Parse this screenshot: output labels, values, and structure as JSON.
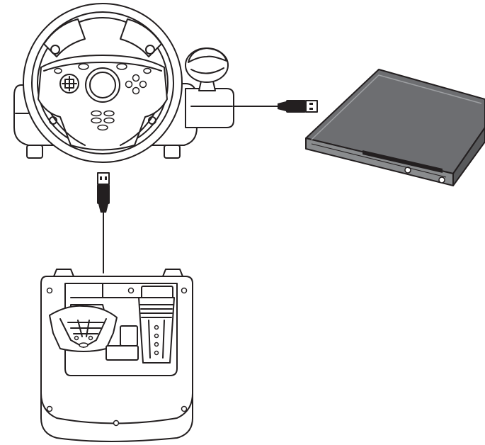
{
  "diagram": {
    "components": [
      {
        "id": "steering-wheel",
        "icon": "steering-wheel-icon"
      },
      {
        "id": "gear-shifter",
        "icon": "gear-shifter-icon"
      },
      {
        "id": "pedal-unit",
        "icon": "pedal-unit-icon"
      },
      {
        "id": "game-console",
        "icon": "game-console-icon"
      }
    ],
    "connections": [
      {
        "from": "steering-wheel",
        "to": "game-console",
        "connector": "usb-plug-icon"
      },
      {
        "from": "pedal-unit",
        "to": "steering-wheel",
        "connector": "usb-plug-icon"
      }
    ],
    "colors": {
      "stroke": "#231f20",
      "fill": "#ffffff",
      "console_top": "#6d6e71",
      "console_side": "#58595b",
      "console_front": "#8a8c8e",
      "plug": "#231f20"
    }
  }
}
